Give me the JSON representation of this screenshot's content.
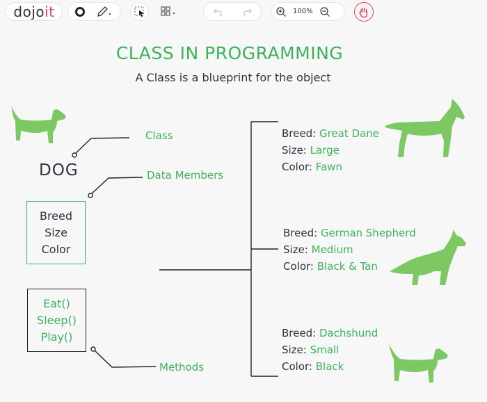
{
  "app": {
    "logo_prefix": "dojo",
    "logo_suffix": "it"
  },
  "toolbar": {
    "zoom": "100%"
  },
  "diagram": {
    "title": "CLASS IN PROGRAMMING",
    "subtitle": "A Class is a blueprint for the object",
    "class_name": "DOG",
    "labels": {
      "class": "Class",
      "data_members": "Data Members",
      "methods": "Methods"
    },
    "data_members": [
      "Breed",
      "Size",
      "Color"
    ],
    "methods": [
      "Eat()",
      "Sleep()",
      "Play()"
    ],
    "objects": [
      {
        "breed_key": "Breed:",
        "breed": "Great Dane",
        "size_key": "Size:",
        "size": "Large",
        "color_key": "Color:",
        "color": "Fawn"
      },
      {
        "breed_key": "Breed:",
        "breed": "German Shepherd",
        "size_key": "Size:",
        "size": "Medium",
        "color_key": "Color:",
        "color": "Black & Tan"
      },
      {
        "breed_key": "Breed:",
        "breed": "Dachshund",
        "size_key": "Size:",
        "size": "Small",
        "color_key": "Color:",
        "color": "Black"
      }
    ],
    "colors": {
      "accent": "#3cb35a",
      "dog_fill": "#7cc862",
      "text": "#2b3440"
    }
  }
}
